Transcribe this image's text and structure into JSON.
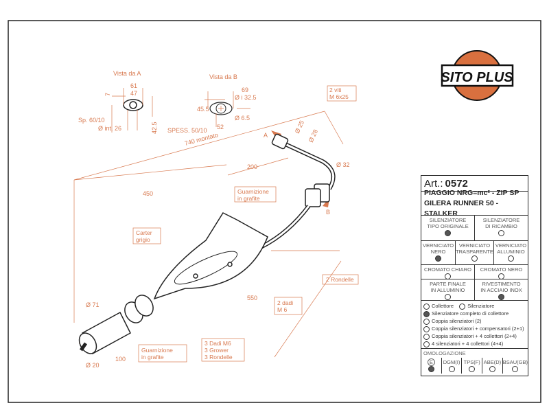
{
  "logo": {
    "text": "SITO PLUS",
    "colors": {
      "orange": "#d9703f",
      "black": "#111111"
    }
  },
  "accent_color": "#d8794f",
  "views": {
    "a": {
      "title": "Vista da  A",
      "dims": [
        "61",
        "47",
        "7",
        "Sp. 60/10",
        "Ø int. 26",
        "42.5"
      ]
    },
    "b": {
      "title": "Vista da  B",
      "dims": [
        "69",
        "Ø i 32.5",
        "45.5",
        "Ø 6.5",
        "SPESS. 50/10",
        "52"
      ]
    }
  },
  "dimensions": {
    "total": "740 montato",
    "d450": "450",
    "d200": "200",
    "d550": "550",
    "d100": "100",
    "o71": "Ø 71",
    "o20": "Ø 20",
    "o25": "Ø 25",
    "o28": "Ø 28",
    "o32": "Ø 32",
    "markA": "A",
    "markB": "B"
  },
  "callouts": {
    "viti": [
      "2 viti",
      "M 6x25"
    ],
    "guarnizione_top": [
      "Guarnizione",
      "in grafite"
    ],
    "carter": [
      "Carter",
      "grigio"
    ],
    "rondelle": "2 Rondelle",
    "dadi": [
      "2 dadi",
      "M 6"
    ],
    "guarnizione_bottom": [
      "Guarnizione",
      "in grafite"
    ],
    "kit": [
      "3 Dadi M6",
      "3 Grower",
      "3 Rondelle"
    ]
  },
  "table": {
    "art_label": "Art.:",
    "art_number": "0572",
    "models": [
      "PIAGGIO NRG=mc² - ZIP SP",
      "GILERA RUNNER 50 - STALKER"
    ],
    "type": [
      {
        "l1": "SILENZIATORE",
        "l2": "TIPO ORIGINALE",
        "on": true
      },
      {
        "l1": "SILENZIATORE",
        "l2": "DI RICAMBIO",
        "on": false
      }
    ],
    "finish": [
      {
        "l1": "VERNICIATO",
        "l2": "NERO",
        "on": true
      },
      {
        "l1": "VERNICIATO",
        "l2": "TRASPARENTE",
        "on": false
      },
      {
        "l1": "VERNICIATO",
        "l2": "ALLUMINIO",
        "on": false
      }
    ],
    "chrome": [
      {
        "l1": "CROMATO CHIARO",
        "on": false
      },
      {
        "l1": "CROMATO NERO",
        "on": false
      }
    ],
    "end": [
      {
        "l1": "PARTE FINALE",
        "l2": "IN ALLUMINIO",
        "on": false
      },
      {
        "l1": "RIVESTIMENTO",
        "l2": "IN ACCIAIO INOX",
        "on": true
      }
    ],
    "options": {
      "collettore": "Collettore",
      "silenziatore": "Silenziatore",
      "list": [
        {
          "text": "Silenziatore completo di collettore",
          "on": true
        },
        {
          "text": "Coppia silenziatori (2)",
          "on": false
        },
        {
          "text": "Coppia silenziatori + compensatori (2+1)",
          "on": false
        },
        {
          "text": "Coppia silenziatori + 4 collettori (2+4)",
          "on": false
        },
        {
          "text": "4 silenziatori + 4 collettori (4+4)",
          "on": false
        }
      ]
    },
    "homologation": {
      "title": "OMOLOGAZIONE",
      "items": [
        {
          "label": "E",
          "on": true
        },
        {
          "label": "DGM(I)",
          "on": false
        },
        {
          "label": "TPS(F)",
          "on": false
        },
        {
          "label": "ABE(D)",
          "on": false
        },
        {
          "label": "BSAU(GB)",
          "on": false
        }
      ]
    }
  }
}
